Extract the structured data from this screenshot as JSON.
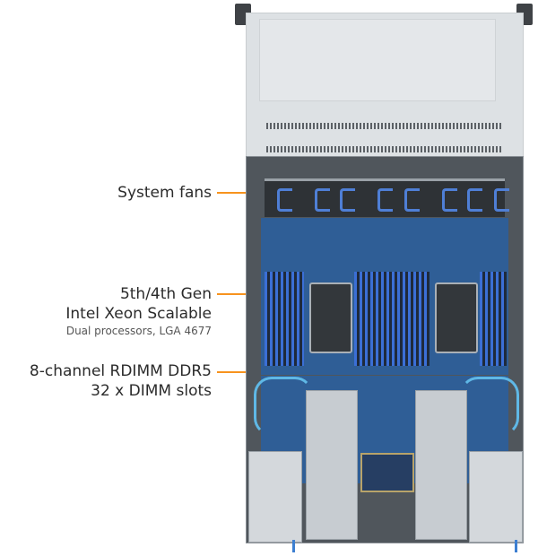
{
  "diagram": {
    "subject": "2U dual-socket server top view (lid partially shown)",
    "accent_color": "#f7931e",
    "text_color": "#2b2b2b",
    "callouts": [
      {
        "id": "fans",
        "lines": [
          "System fans"
        ],
        "sub": null
      },
      {
        "id": "cpu",
        "lines": [
          "5th/4th Gen",
          "Intel Xeon Scalable"
        ],
        "sub": "Dual processors, LGA 4677"
      },
      {
        "id": "memory",
        "lines": [
          "8-channel RDIMM DDR5",
          "32 x DIMM slots"
        ],
        "sub": null
      }
    ]
  }
}
